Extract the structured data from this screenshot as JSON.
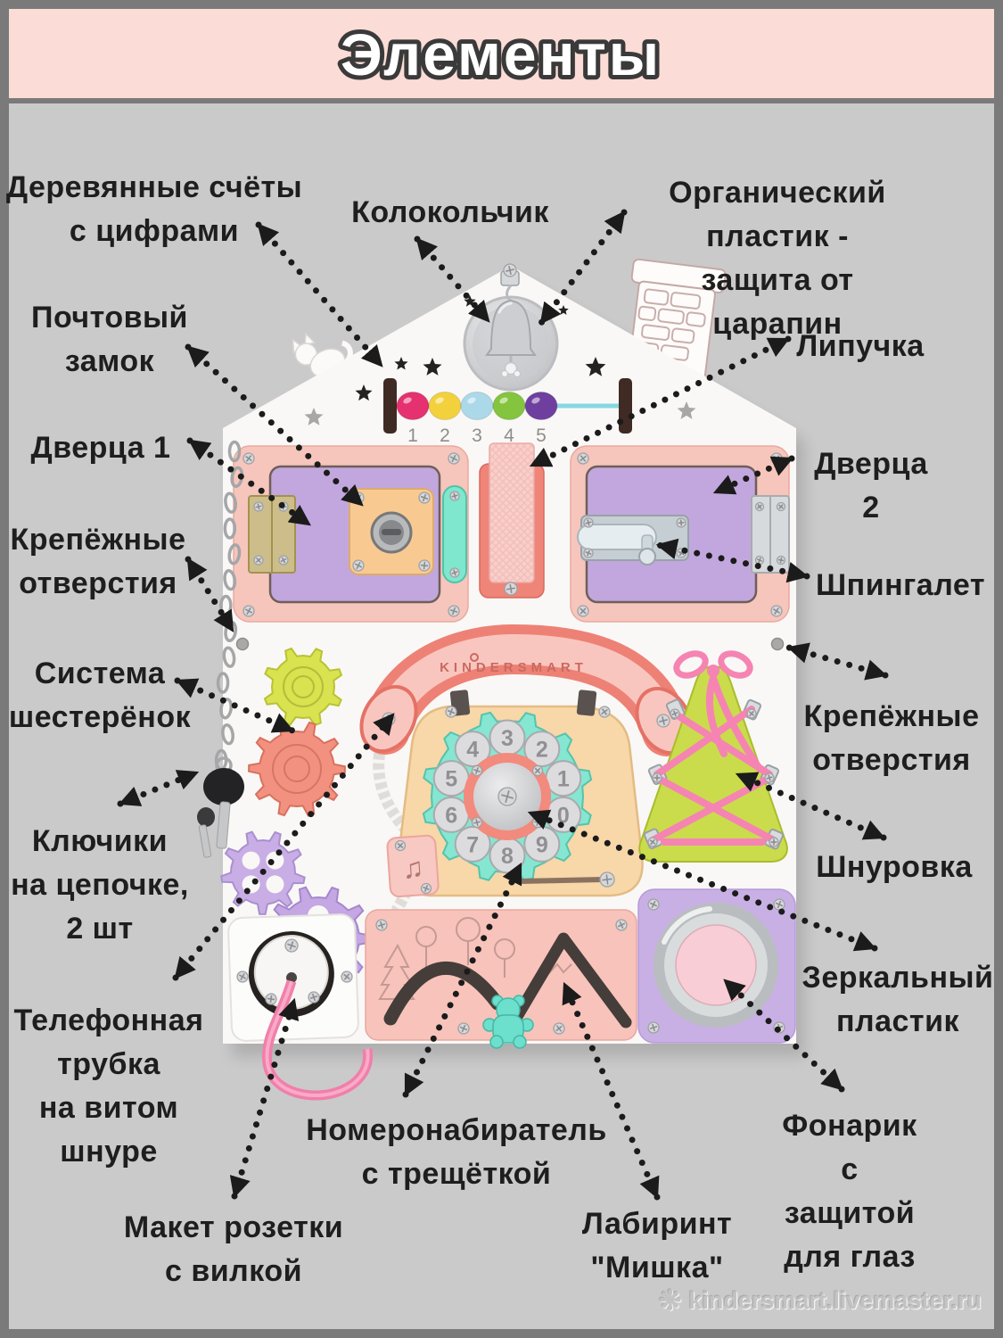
{
  "title": "Элементы",
  "colors": {
    "band": "#fbdcd7",
    "canvas": "#cbcaca",
    "frame": "#7a7a7a",
    "label_text": "#1e1e1e",
    "arrow": "#1b1b1b",
    "board": "#f9f8f6"
  },
  "board": {
    "brand": "KINDERSMART",
    "abacus": {
      "numbers": [
        "1",
        "2",
        "3",
        "4",
        "5"
      ],
      "bead_colors": [
        "#e5316f",
        "#f3d13c",
        "#abd9e9",
        "#84c43e",
        "#6f3fa0"
      ]
    },
    "dial": {
      "numbers_clockwise_from_top": [
        "3",
        "2",
        "1",
        "0",
        "9",
        "8",
        "7",
        "6",
        "5",
        "4"
      ]
    },
    "music_notes": "♫"
  },
  "labels": {
    "abacus": "Деревянные счёты\nс цифрами",
    "bell": "Колокольчик",
    "organic_plastic": "Органический пластик -\nзащита от царапин",
    "mail_lock": "Почтовый\nзамок",
    "door1": "Дверца 1",
    "velcro": "Липучка",
    "door2": "Дверца 2",
    "mount_holes_left": "Крепёжные\nотверстия",
    "latch": "Шпингалет",
    "gear_system": "Система\nшестерёнок",
    "mount_holes_right": "Крепёжные\nотверстия",
    "keys_chain": "Ключики\nна цепочке,\n2 шт",
    "lacing": "Шнуровка",
    "handset": "Телефонная\nтрубка\nна витом\nшнуре",
    "mirror_plastic": "Зеркальный\nпластик",
    "dialer": "Номеронабиратель\nс трещёткой",
    "flashlight": "Фонарик\nс защитой\nдля глаз",
    "socket_model": "Макет розетки\nс вилкой",
    "labyrinth": "Лабиринт\n\"Мишка\""
  },
  "watermark": {
    "icon": "❋",
    "text": "kindersmart.livemaster.ru"
  }
}
